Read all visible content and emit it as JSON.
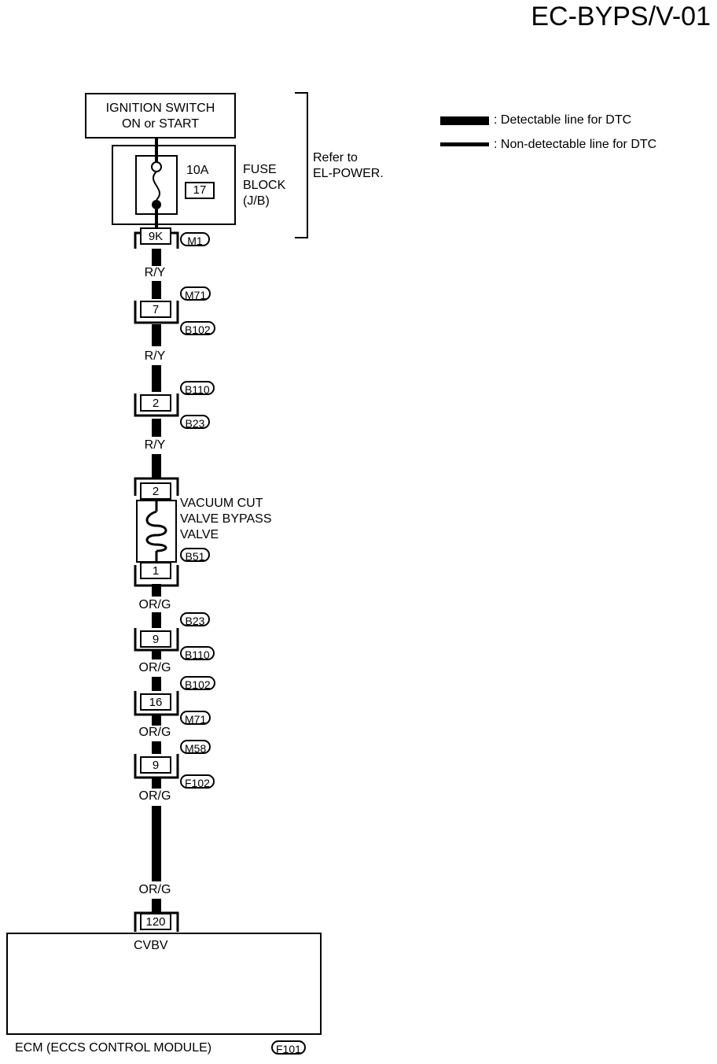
{
  "title": "EC-BYPS/V-01",
  "ignition_switch": {
    "line1": "IGNITION SWITCH",
    "line2": "ON or START"
  },
  "fuse": {
    "rating": "10A",
    "number": "17",
    "block_line1": "FUSE",
    "block_line2": "BLOCK",
    "block_line3": "(J/B)"
  },
  "refer": {
    "line1": "Refer to",
    "line2": "EL-POWER."
  },
  "legend": {
    "detectable": ": Detectable line for DTC",
    "non_detectable": ": Non-detectable line for DTC"
  },
  "connectors": {
    "fuse_out": {
      "pin": "9K",
      "id": "M1"
    },
    "c1": {
      "pin": "7",
      "id_top": "M71",
      "id_bottom": "B102"
    },
    "c2": {
      "pin": "2",
      "id_top": "B110",
      "id_bottom": "B23"
    },
    "valve_top": {
      "pin": "2"
    },
    "valve_bottom": {
      "pin": "1",
      "id": "B51"
    },
    "c3": {
      "pin": "9",
      "id_top": "B23",
      "id_bottom": "B110"
    },
    "c4": {
      "pin": "16",
      "id_top": "B102",
      "id_bottom": "M71"
    },
    "c5": {
      "pin": "9",
      "id_top": "M58",
      "id_bottom": "F102"
    },
    "ecm_in": {
      "pin": "120",
      "terminal": "CVBV"
    }
  },
  "wires": {
    "w1": "R/Y",
    "w2": "R/Y",
    "w3": "R/Y",
    "w4": "OR/G",
    "w5": "OR/G",
    "w6": "OR/G",
    "w7": "OR/G",
    "w8": "OR/G"
  },
  "valve": {
    "line1": "VACUUM CUT",
    "line2": "VALVE  BYPASS",
    "line3": "VALVE"
  },
  "ecm": {
    "label": "ECM (ECCS  CONTROL  MODULE)",
    "id": "F101"
  },
  "colors": {
    "wire": "#000000",
    "background": "#ffffff"
  }
}
